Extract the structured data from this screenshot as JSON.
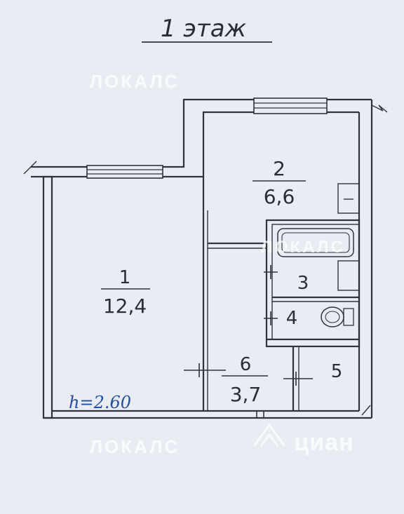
{
  "title": "1  этаж",
  "watermarks": {
    "top": "ЛОКАЛС",
    "middle": "ЛОКАЛС",
    "bottom": "ЛОКАЛС",
    "brand": "циан"
  },
  "rooms": [
    {
      "number": "1",
      "area": "12,4"
    },
    {
      "number": "2",
      "area": "6,6"
    },
    {
      "number": "3"
    },
    {
      "number": "4"
    },
    {
      "number": "5"
    },
    {
      "number": "6",
      "area": "3,7"
    }
  ],
  "ceiling_height": "h=2.60",
  "colors": {
    "background": "#e9edf3",
    "lines": "#2f333a",
    "handwriting": "#1f4fa8"
  }
}
